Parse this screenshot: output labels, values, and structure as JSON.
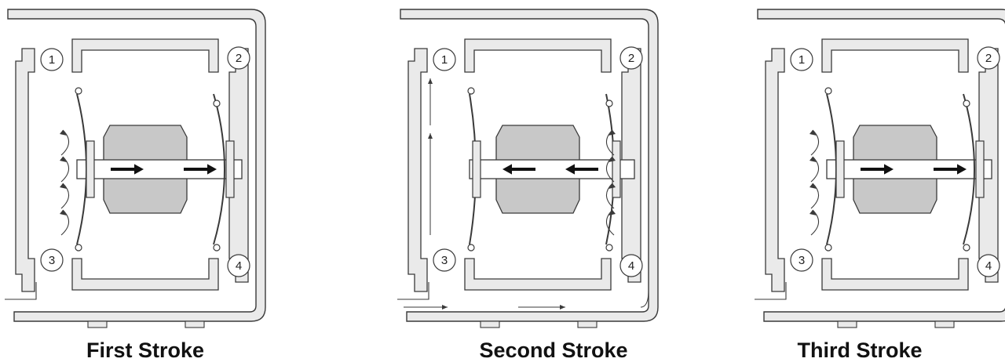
{
  "colors": {
    "outline": "#3a3a3a",
    "body_fill": "#eaeaea",
    "center_fill": "#c8c8c8",
    "cavity_fill": "#ffffff",
    "flow_fill": "#f2f2f2",
    "arrow": "#111111"
  },
  "panels": [
    {
      "caption": "First Stroke",
      "ports": [
        "1",
        "2",
        "3",
        "4"
      ],
      "shaft_direction": "right",
      "diaphragm_shift": "right",
      "flow_side": "left",
      "flow_shown": false
    },
    {
      "caption": "Second Stroke",
      "ports": [
        "1",
        "2",
        "3",
        "4"
      ],
      "shaft_direction": "left",
      "diaphragm_shift": "left",
      "flow_side": "right",
      "flow_shown": true
    },
    {
      "caption": "Third Stroke",
      "ports": [
        "1",
        "2",
        "3",
        "4"
      ],
      "shaft_direction": "right",
      "diaphragm_shift": "right",
      "flow_side": "left",
      "flow_shown": false
    }
  ]
}
